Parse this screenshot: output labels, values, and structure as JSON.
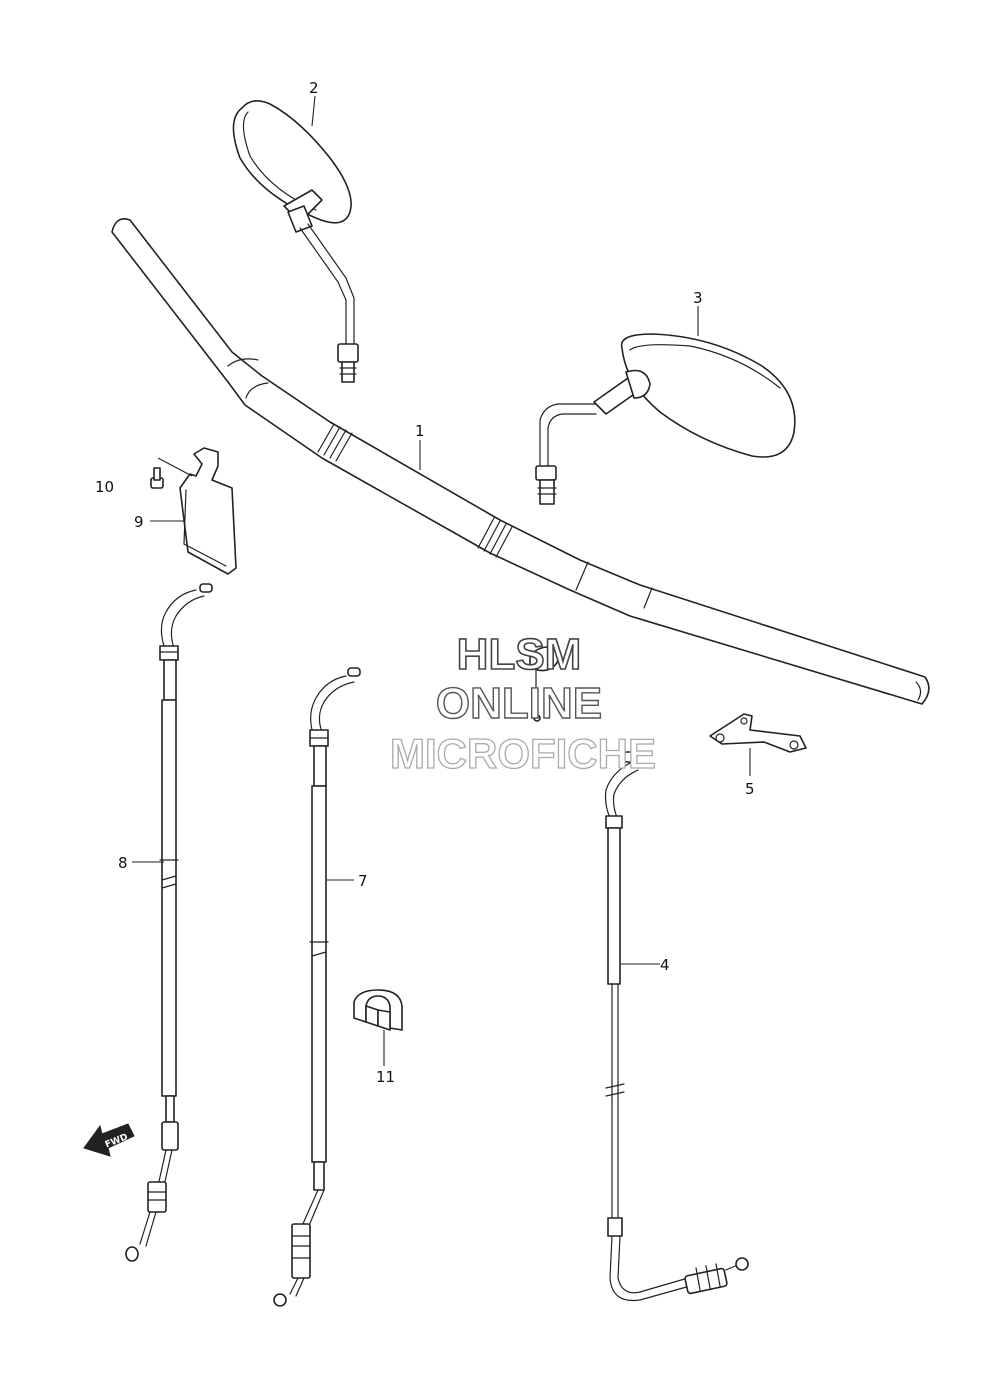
{
  "callouts": [
    {
      "id": "handlebar",
      "label": "1"
    },
    {
      "id": "mirror-left",
      "label": "2"
    },
    {
      "id": "mirror-right",
      "label": "3"
    },
    {
      "id": "clutch-cable",
      "label": "4"
    },
    {
      "id": "cable-guide",
      "label": "5"
    },
    {
      "id": "throttle-cable-return",
      "label": "7"
    },
    {
      "id": "throttle-cable-pull",
      "label": "8"
    },
    {
      "id": "plate",
      "label": "9"
    },
    {
      "id": "bolt",
      "label": "10"
    },
    {
      "id": "clamp",
      "label": "11"
    }
  ],
  "watermark": {
    "line1": "HLSM",
    "line2": "ONLINE",
    "line3": "MICROFICHE"
  },
  "direction_marker": {
    "text": "FWD"
  }
}
